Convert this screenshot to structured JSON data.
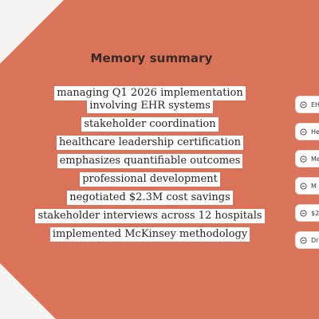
{
  "title": "Memory summary",
  "phrases": [
    "managing Q1 2026 implementation",
    "involving EHR systems",
    "stakeholder coordination",
    "healthcare leadership certification",
    "emphasizes quantifiable outcomes",
    "professional development",
    "negotiated $2.3M cost savings",
    "stakeholder interviews across 12 hospitals",
    "implemented McKinsey methodology"
  ],
  "sidebar": {
    "items": [
      {
        "label": "EH",
        "icon": "chat-bubble-icon"
      },
      {
        "label": "He",
        "icon": "chat-bubble-icon"
      },
      {
        "label": "Me",
        "icon": "chat-bubble-icon"
      },
      {
        "label": "M",
        "icon": "chat-bubble-icon"
      },
      {
        "label": "$2",
        "icon": "chat-bubble-icon"
      },
      {
        "label": "Dr",
        "icon": "chat-bubble-icon"
      }
    ]
  },
  "colors": {
    "panel": "#d9745a",
    "background": "#f4f3f1",
    "phrase_bg": "#ffffff",
    "title": "#3a2a24"
  }
}
